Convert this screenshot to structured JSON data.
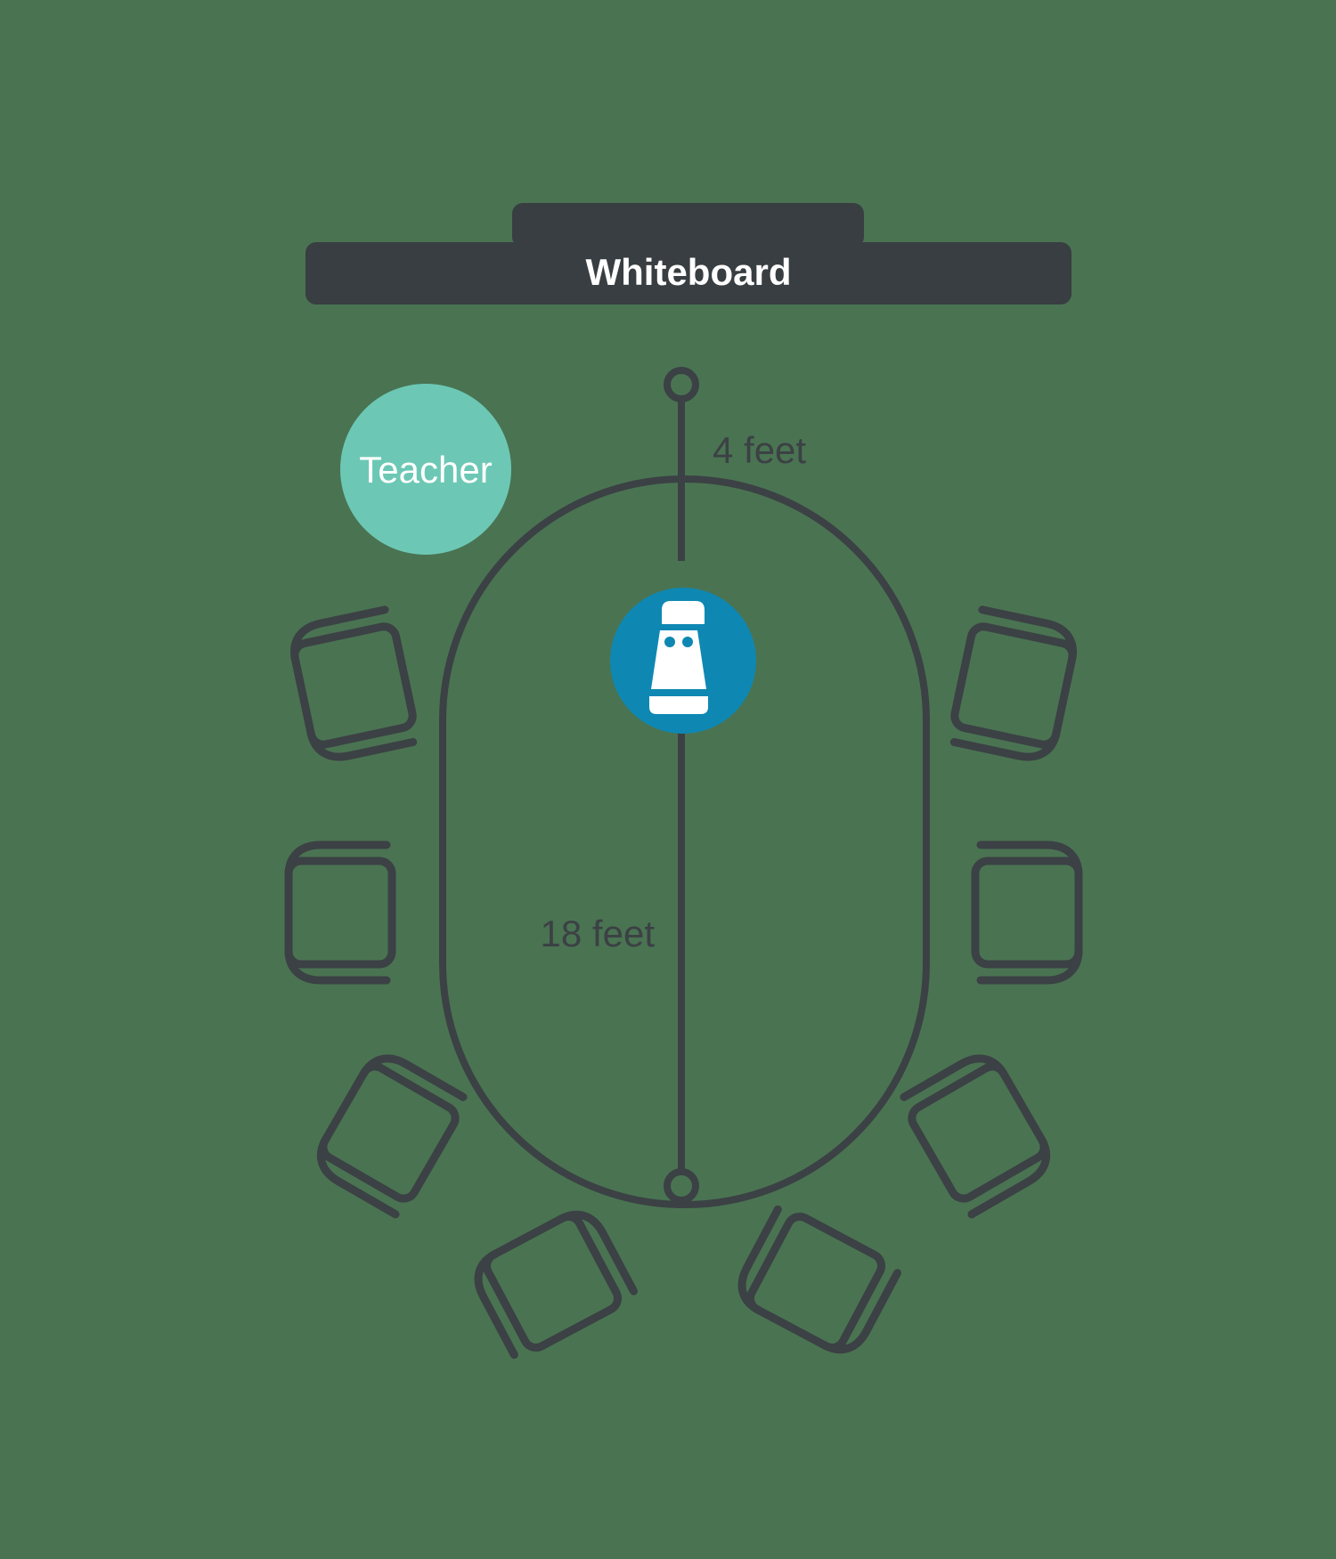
{
  "diagram": {
    "title": "Classroom seating layout with conference table",
    "background_color": "#4a7352",
    "line_color": "#3b4144"
  },
  "whiteboard": {
    "label": "Whiteboard",
    "color": "#383e41",
    "text_color": "#ffffff",
    "shelf_label": "whiteboard-shelf"
  },
  "teacher": {
    "label": "Teacher",
    "color": "#6cc8b4",
    "text_color": "#ffffff"
  },
  "device": {
    "name": "speakerphone-icon",
    "color": "#0e88b3",
    "icon_color": "#ffffff"
  },
  "dimensions": {
    "vertical_top": "4 feet",
    "vertical_main": "18 feet"
  },
  "table": {
    "name": "oval-conference-table",
    "shape": "oval"
  },
  "chairs": [
    {
      "id": "chair-left-top",
      "position": "left-upper",
      "rotation": -12
    },
    {
      "id": "chair-left-middle",
      "position": "left-middle",
      "rotation": 0
    },
    {
      "id": "chair-left-bottom",
      "position": "left-lower",
      "rotation": 30
    },
    {
      "id": "chair-bottom-left",
      "position": "bottom-left",
      "rotation": 62
    },
    {
      "id": "chair-bottom-right",
      "position": "bottom-right",
      "rotation": -62
    },
    {
      "id": "chair-right-bottom",
      "position": "right-lower",
      "rotation": -30
    },
    {
      "id": "chair-right-middle",
      "position": "right-middle",
      "rotation": 0
    },
    {
      "id": "chair-right-top",
      "position": "right-upper",
      "rotation": 12
    }
  ]
}
